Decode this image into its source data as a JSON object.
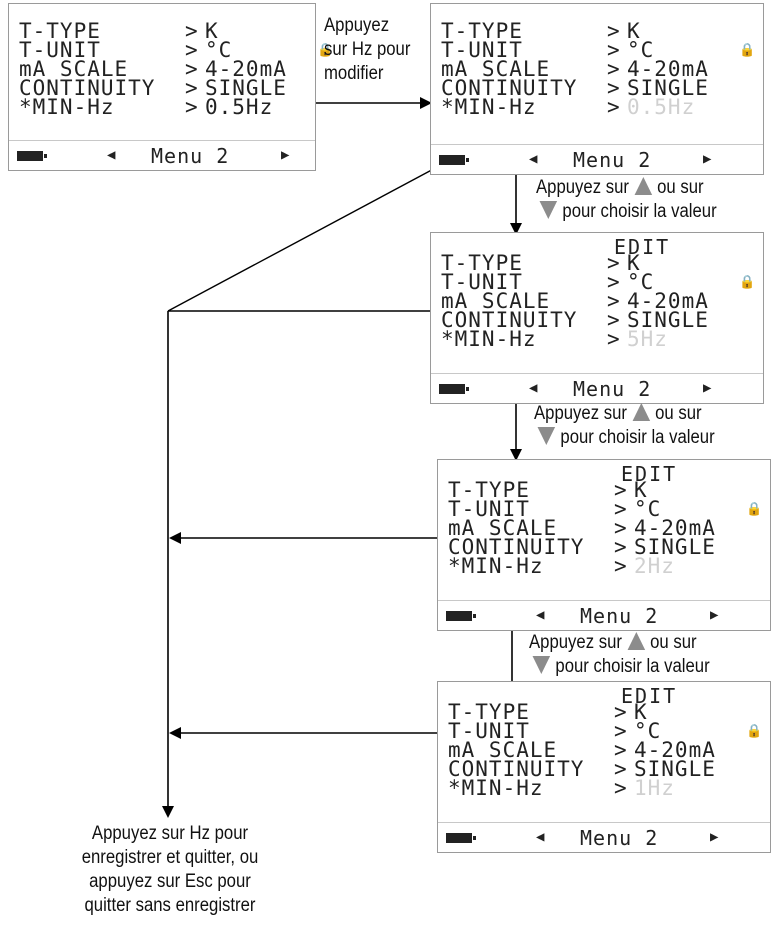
{
  "rows": [
    {
      "label": "T-TYPE",
      "sep": ">",
      "value": "K"
    },
    {
      "label": "T-UNIT",
      "sep": ">",
      "value": "°C"
    },
    {
      "label": "mA SCALE",
      "sep": ">",
      "value": "4-20mA"
    },
    {
      "label": "CONTINUITY",
      "sep": ">",
      "value": "SINGLE"
    },
    {
      "label": "*MIN-Hz",
      "sep": ">"
    }
  ],
  "menu_label": "Menu 2",
  "edit_label": "EDIT",
  "screens": [
    {
      "min_hz": "0.5Hz",
      "dim": false,
      "edit": false
    },
    {
      "min_hz": "0.5Hz",
      "dim": true,
      "edit": false
    },
    {
      "min_hz": "5Hz",
      "dim": true,
      "edit": true
    },
    {
      "min_hz": "2Hz",
      "dim": true,
      "edit": true
    },
    {
      "min_hz": "1Hz",
      "dim": true,
      "edit": true
    }
  ],
  "icons": {
    "lock": "lock-icon",
    "battery": "battery-icon",
    "left": "triangle-left-icon",
    "right": "triangle-right-icon",
    "up": "up-arrow-button-icon",
    "down": "down-arrow-button-icon"
  },
  "annotations": {
    "press_hz_line1": "Appuyez",
    "press_hz_line2": "sur Hz pour",
    "press_hz_line3": "modifier",
    "choose_line1_prefix": "Appuyez sur",
    "choose_line1_suffix": "ou sur",
    "choose_line2": "pour choisir la valeur",
    "save_line1": "Appuyez sur Hz pour",
    "save_line2": "enregistrer et quitter, ou",
    "save_line3": "appuyez sur Esc pour",
    "save_line4": "quitter sans enregistrer"
  },
  "colors": {
    "lcd_text": "#222222",
    "dim_value": "#d0d0d0",
    "lcd_border": "#9a9a9a",
    "arrow_button": "#8c8c8c",
    "line": "#000000"
  }
}
